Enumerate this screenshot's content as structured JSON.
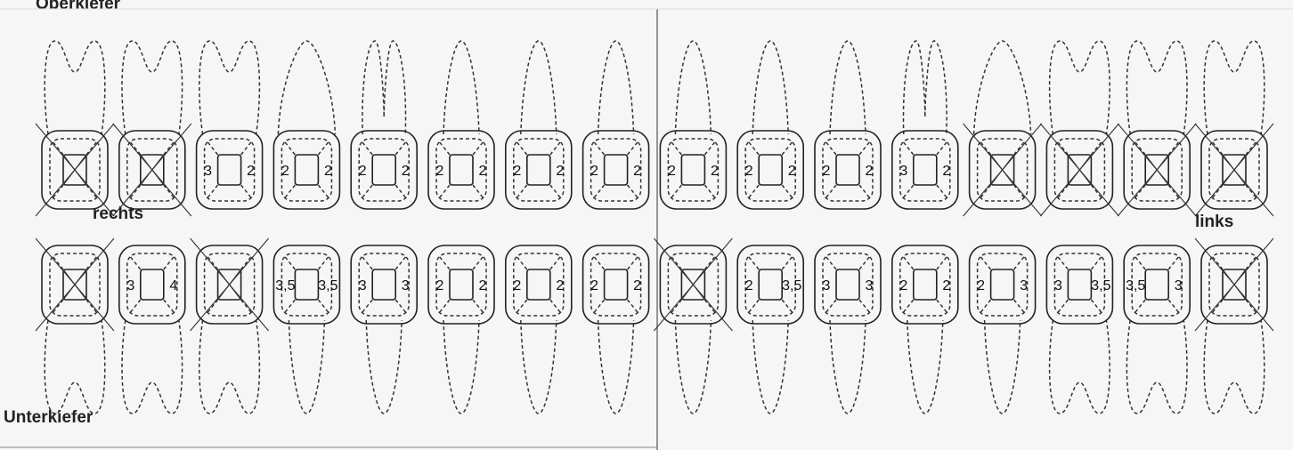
{
  "labels": {
    "upper_jaw": "Oberkiefer",
    "lower_jaw": "Unterkiefer",
    "right": "rechts",
    "left": "links"
  },
  "upper_teeth": [
    {
      "root": "molar",
      "missing": true,
      "left": "",
      "right": ""
    },
    {
      "root": "molar",
      "missing": true,
      "left": "",
      "right": ""
    },
    {
      "root": "molar",
      "missing": false,
      "left": "3",
      "right": "2"
    },
    {
      "root": "canine",
      "missing": false,
      "left": "2",
      "right": "2"
    },
    {
      "root": "premolar",
      "missing": false,
      "left": "2",
      "right": "2"
    },
    {
      "root": "single",
      "missing": false,
      "left": "2",
      "right": "2"
    },
    {
      "root": "single",
      "missing": false,
      "left": "2",
      "right": "2"
    },
    {
      "root": "single",
      "missing": false,
      "left": "2",
      "right": "2"
    },
    {
      "root": "single",
      "missing": false,
      "left": "2",
      "right": "2"
    },
    {
      "root": "single",
      "missing": false,
      "left": "2",
      "right": "2"
    },
    {
      "root": "single",
      "missing": false,
      "left": "2",
      "right": "2"
    },
    {
      "root": "premolar",
      "missing": false,
      "left": "3",
      "right": "2"
    },
    {
      "root": "canine",
      "missing": true,
      "left": "",
      "right": ""
    },
    {
      "root": "molar",
      "missing": true,
      "left": "",
      "right": ""
    },
    {
      "root": "molar",
      "missing": true,
      "left": "",
      "right": ""
    },
    {
      "root": "molar",
      "missing": true,
      "left": "",
      "right": ""
    }
  ],
  "lower_teeth": [
    {
      "root": "molar",
      "missing": true,
      "left": "",
      "right": ""
    },
    {
      "root": "molar",
      "missing": false,
      "left": "3",
      "right": "4"
    },
    {
      "root": "molar",
      "missing": true,
      "left": "",
      "right": ""
    },
    {
      "root": "single",
      "missing": false,
      "left": "3,5",
      "right": "3,5"
    },
    {
      "root": "single",
      "missing": false,
      "left": "3",
      "right": "3"
    },
    {
      "root": "single",
      "missing": false,
      "left": "2",
      "right": "2"
    },
    {
      "root": "single",
      "missing": false,
      "left": "2",
      "right": "2"
    },
    {
      "root": "single",
      "missing": false,
      "left": "2",
      "right": "2"
    },
    {
      "root": "single",
      "missing": true,
      "left": "",
      "right": ""
    },
    {
      "root": "single",
      "missing": false,
      "left": "2",
      "right": "3,5"
    },
    {
      "root": "single",
      "missing": false,
      "left": "3",
      "right": "3"
    },
    {
      "root": "single",
      "missing": false,
      "left": "2",
      "right": "2"
    },
    {
      "root": "single",
      "missing": false,
      "left": "2",
      "right": "3"
    },
    {
      "root": "molar",
      "missing": false,
      "left": "3",
      "right": "3,5"
    },
    {
      "root": "molar",
      "missing": false,
      "left": "3,5",
      "right": "3"
    },
    {
      "root": "molar",
      "missing": true,
      "left": "",
      "right": ""
    }
  ]
}
